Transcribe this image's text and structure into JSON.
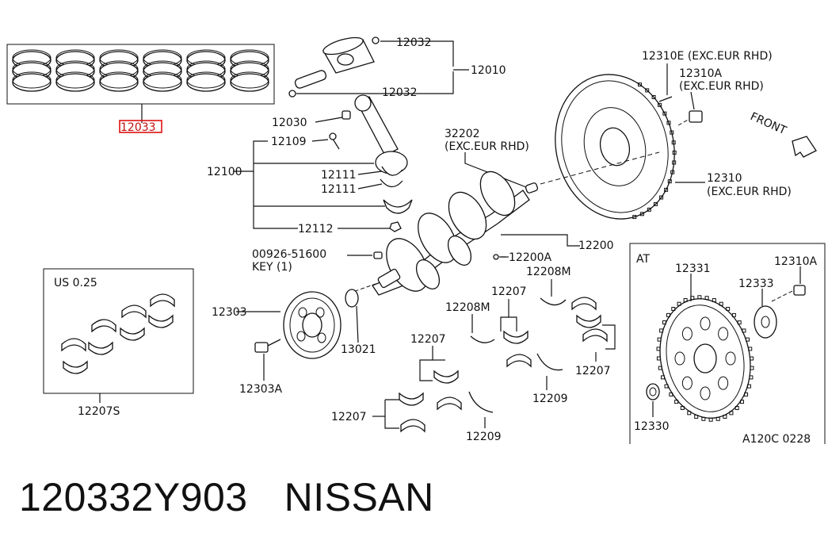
{
  "labels": {
    "rings": "12033",
    "pin_clip_top": "12032",
    "pin_clip_bottom": "12032",
    "piston": "12010",
    "rod_bolt_nut": "12030",
    "rod_bolt": "12109",
    "rod_assy": "12100",
    "rod_bearing_upper": "12111",
    "rod_bearing_lower": "12111",
    "rod_nut": "12112",
    "pilot": "32202",
    "pilot_note": "(EXC.EUR RHD)",
    "flywheel_bolt_e": "12310E (EXC.EUR RHD)",
    "flywheel_bolt_a": "12310A",
    "flywheel_bolt_a_note": "(EXC.EUR RHD)",
    "front": "FRONT",
    "flywheel": "12310",
    "flywheel_note": "(EXC.EUR RHD)",
    "crankshaft": "12200",
    "crank_plug": "12200A",
    "key": "00926-51600",
    "key_note": "KEY (1)",
    "pulley": "12303",
    "pulley_bolt": "12303A",
    "sprocket": "13021",
    "main_bearing_1": "12207",
    "main_bearing_2": "12207",
    "main_bearing_3": "12207",
    "main_bearing_4": "12207",
    "thrust_1": "12208M",
    "thrust_2": "12208M",
    "thrust_washer_1": "12209",
    "thrust_washer_2": "12209",
    "us_title": "US 0.25",
    "us_part": "12207S",
    "at_title": "AT",
    "drive_plate": "12331",
    "drive_plate_bolt": "12310A",
    "reinforcement": "12333",
    "pilot_bushing": "12330",
    "diagram_code": "A120C 0228"
  },
  "caption": {
    "part_number": "120332Y903",
    "brand": "NISSAN"
  },
  "colors": {
    "highlight": "#e01010",
    "line": "#111111"
  }
}
